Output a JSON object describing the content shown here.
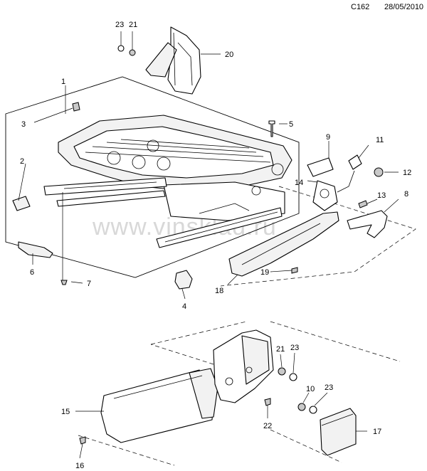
{
  "header": {
    "code": "C162",
    "date": "28/05/2010"
  },
  "watermark": "www.vinsklad.ru",
  "callouts": {
    "c1": "1",
    "c2": "2",
    "c3": "3",
    "c4": "4",
    "c5": "5",
    "c6": "6",
    "c7": "7",
    "c8": "8",
    "c9": "9",
    "c10a": "10",
    "c11": "11",
    "c12": "12",
    "c13": "13",
    "c14": "14",
    "c15": "15",
    "c16": "16",
    "c17": "17",
    "c18": "18",
    "c19": "19",
    "c20": "20",
    "c21a": "21",
    "c21b": "21",
    "c22": "22",
    "c23a": "23",
    "c23b": "23",
    "c23c": "23"
  }
}
